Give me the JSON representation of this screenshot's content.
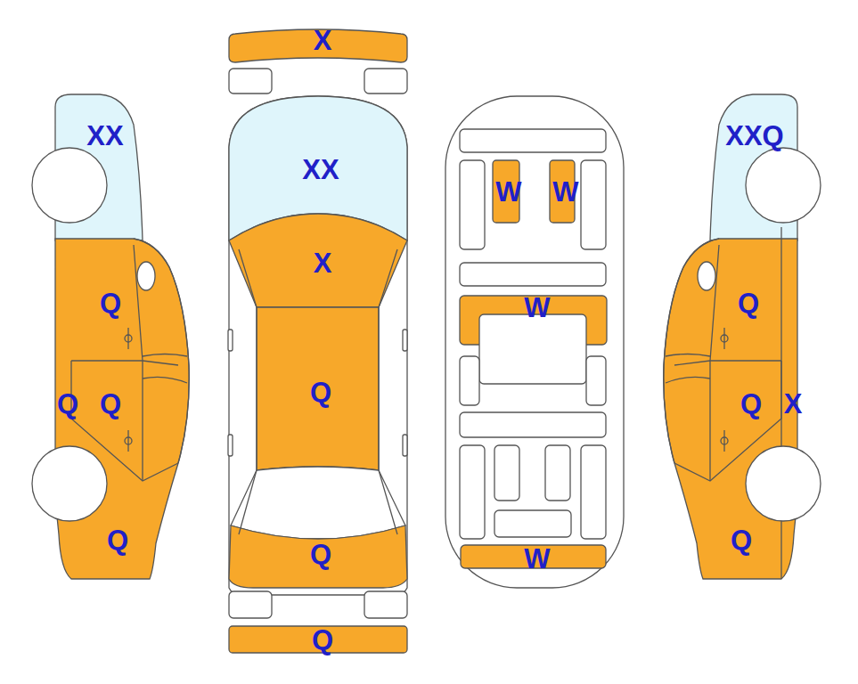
{
  "diagram": {
    "labels": [
      "XX",
      "Q",
      "Q",
      "Q",
      "Q",
      "X",
      "XX",
      "X",
      "Q",
      "Q",
      "Q",
      "W",
      "W",
      "W",
      "W",
      "XXQ",
      "Q",
      "Q",
      "X",
      "Q"
    ]
  }
}
